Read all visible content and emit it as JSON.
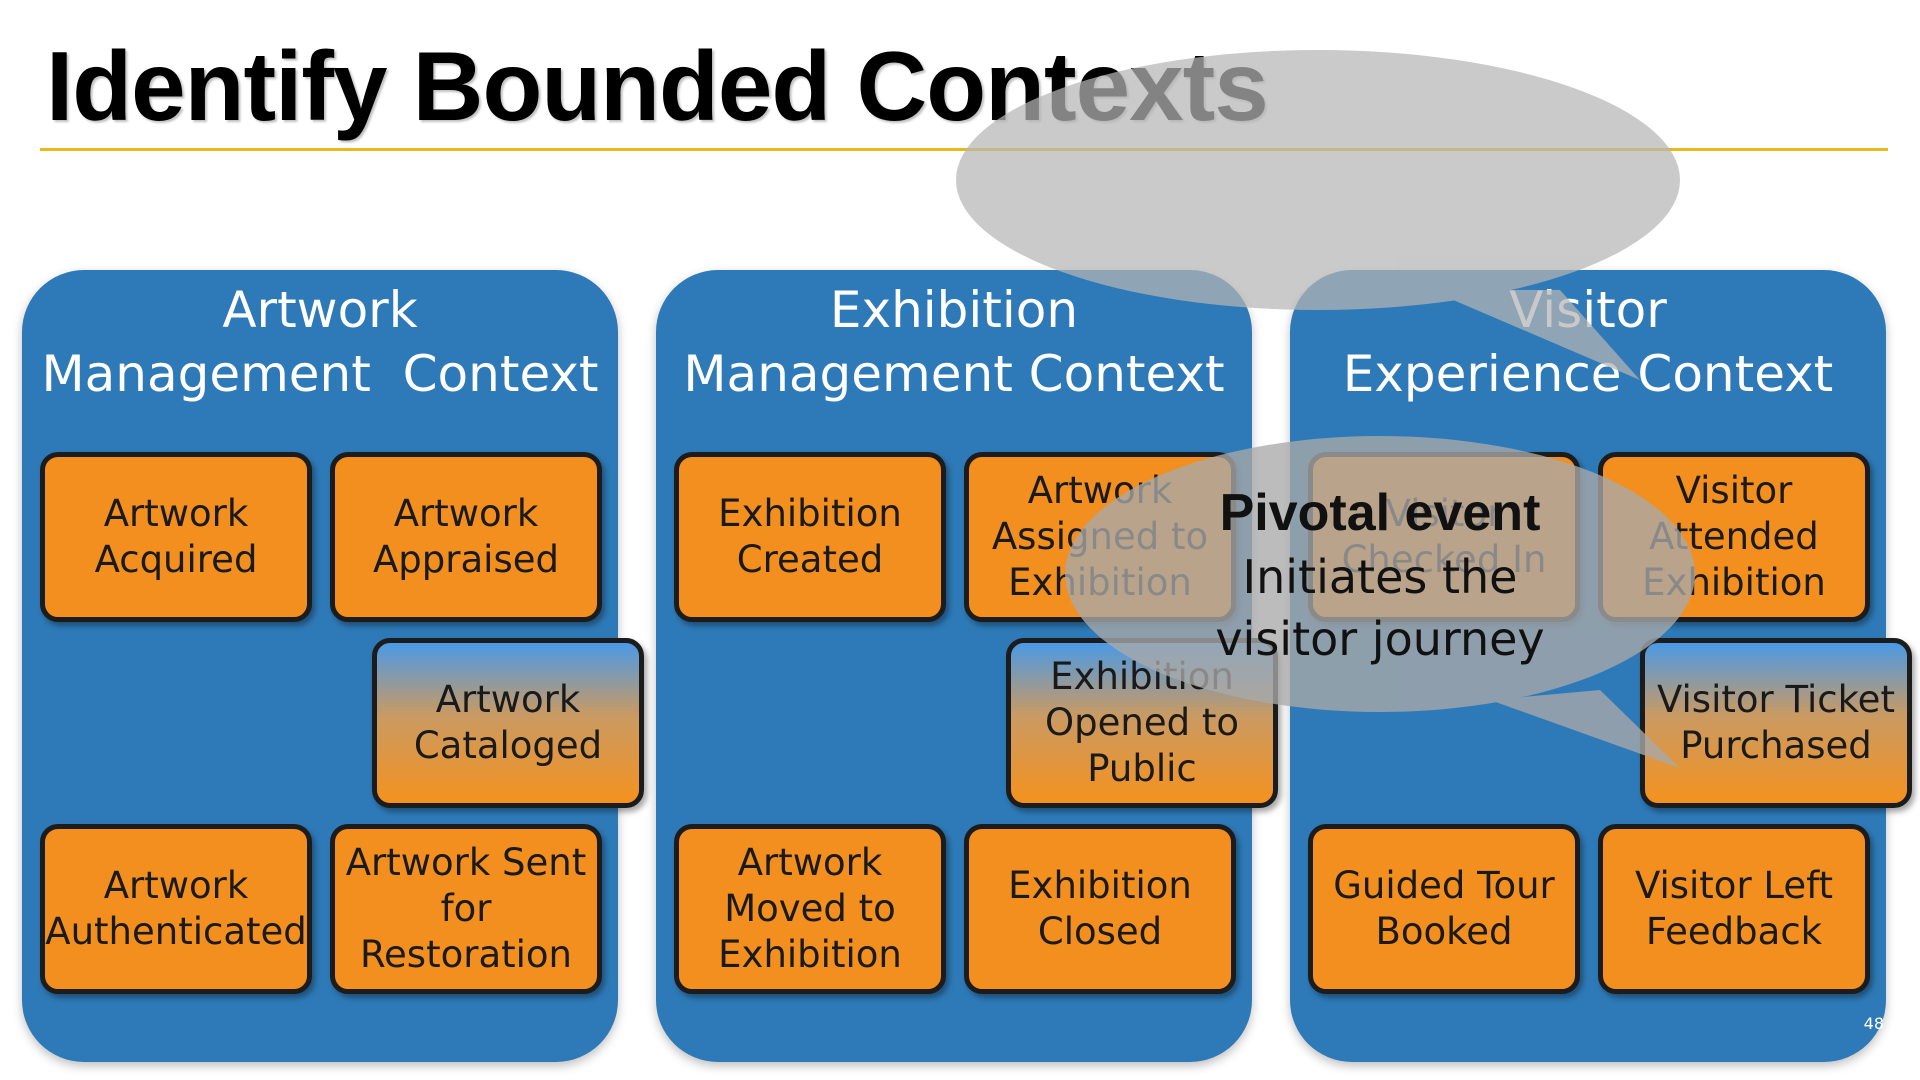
{
  "slide": {
    "title": "Identify Bounded Contexts",
    "page_number": "48"
  },
  "colors": {
    "context_bg": "#2e7ab8",
    "event_bg": "#f28f1f",
    "pivotal_gradient_top": "#4a9ae6",
    "rule": "#e8b91c",
    "callout": "#b8b8b8"
  },
  "contexts": [
    {
      "title_line1": "Artwork",
      "title_line2": "Management  Context",
      "events": [
        {
          "label": "Artwork Acquired",
          "pivotal": false
        },
        {
          "label": "Artwork Appraised",
          "pivotal": false
        },
        {
          "label": "Artwork Cataloged",
          "pivotal": true
        },
        {
          "label": "Artwork Authenticated",
          "pivotal": false
        },
        {
          "label": "Artwork Sent for Restoration",
          "pivotal": false
        }
      ]
    },
    {
      "title_line1": "Exhibition",
      "title_line2": "Management Context",
      "events": [
        {
          "label": "Exhibition Created",
          "pivotal": false
        },
        {
          "label": "Artwork Assigned to Exhibition",
          "pivotal": false
        },
        {
          "label": "Exhibition Opened to Public",
          "pivotal": true
        },
        {
          "label": "Artwork Moved to Exhibition",
          "pivotal": false
        },
        {
          "label": "Exhibition Closed",
          "pivotal": false
        }
      ]
    },
    {
      "title_line1": "Visitor",
      "title_line2": "Experience Context",
      "events": [
        {
          "label": "Visitor Checked In",
          "pivotal": false
        },
        {
          "label": "Visitor Attended Exhibition",
          "pivotal": false
        },
        {
          "label": "Visitor Ticket Purchased",
          "pivotal": true
        },
        {
          "label": "Guided Tour Booked",
          "pivotal": false
        },
        {
          "label": "Visitor Left Feedback",
          "pivotal": false
        }
      ]
    }
  ],
  "callout": {
    "heading": "Pivotal event",
    "text": "Initiates the visitor journey"
  }
}
